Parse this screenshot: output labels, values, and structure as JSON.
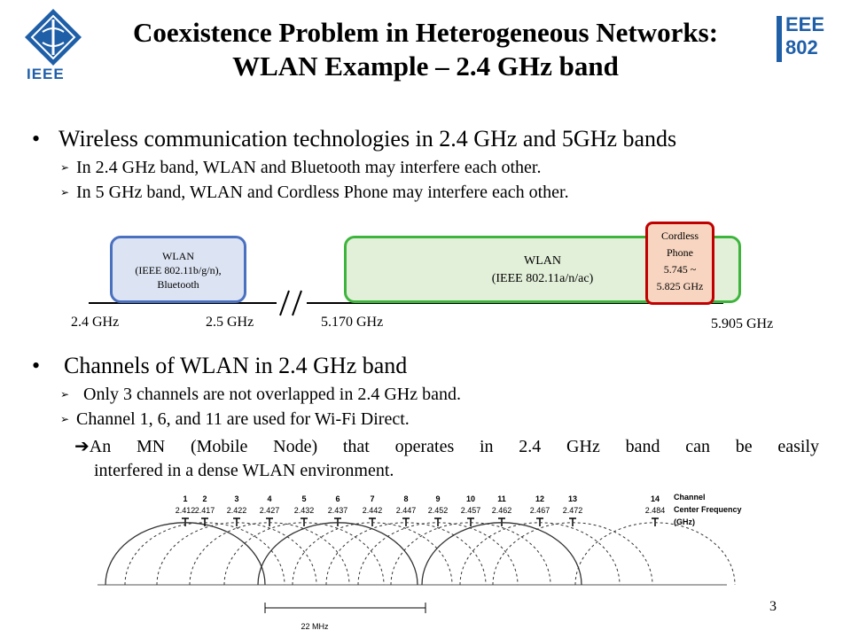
{
  "slide": {
    "title_line1": "Coexistence Problem in Heterogeneous Networks:",
    "title_line2": "WLAN Example – 2.4 GHz band",
    "page_number": "3"
  },
  "logos": {
    "left_text": "IEEE",
    "right_text_top": "EEE",
    "right_text_bottom": "802"
  },
  "bullets": [
    {
      "text": "Wireless communication technologies in 2.4 GHz and 5GHz bands",
      "subs": [
        "In 2.4 GHz band, WLAN and Bluetooth may interfere each other.",
        "In 5 GHz band, WLAN and Cordless Phone may interfere each other."
      ]
    },
    {
      "text": "Channels of WLAN in 2.4 GHz band",
      "subs": [
        "Only 3 channels are not overlapped in 2.4 GHz band.",
        "Channel 1, 6, and 11 are used for Wi-Fi Direct."
      ],
      "conclusion_line1": "An MN (Mobile Node) that operates in 2.4 GHz band can be easily",
      "conclusion_line2": "interfered in a dense WLAN environment."
    }
  ],
  "spectrum": {
    "band1": {
      "line1": "WLAN",
      "line2": "(IEEE 802.11b/g/n),",
      "line3": "Bluetooth"
    },
    "band2": {
      "line1": "WLAN",
      "line2": "(IEEE 802.11a/n/ac)"
    },
    "band3": {
      "line1": "Cordless",
      "line2": "Phone",
      "line3": "5.745 ~",
      "line4": "5.825 GHz"
    },
    "freqs": [
      "2.4 GHz",
      "2.5 GHz",
      "5.170 GHz",
      "5.905 GHz"
    ],
    "colors": {
      "band1_fill": "#dce3f2",
      "band1_border": "#4a70c0",
      "band2_fill": "#e3f0d9",
      "band2_border": "#3db53d",
      "band3_fill": "#f7d5c0",
      "band3_border": "#c00000"
    }
  },
  "chart_data": {
    "type": "diagram",
    "channels": [
      {
        "num": "1",
        "freq": "2.412"
      },
      {
        "num": "2",
        "freq": "2.417"
      },
      {
        "num": "3",
        "freq": "2.422"
      },
      {
        "num": "4",
        "freq": "2.427"
      },
      {
        "num": "5",
        "freq": "2.432"
      },
      {
        "num": "6",
        "freq": "2.437"
      },
      {
        "num": "7",
        "freq": "2.442"
      },
      {
        "num": "8",
        "freq": "2.447"
      },
      {
        "num": "9",
        "freq": "2.452"
      },
      {
        "num": "10",
        "freq": "2.457"
      },
      {
        "num": "11",
        "freq": "2.462"
      },
      {
        "num": "12",
        "freq": "2.467"
      },
      {
        "num": "13",
        "freq": "2.472"
      },
      {
        "num": "14",
        "freq": "2.484"
      }
    ],
    "legend_line1": "Channel",
    "legend_line2": "Center Frequency",
    "legend_line3": "(GHz)",
    "width_label": "22 MHz"
  }
}
